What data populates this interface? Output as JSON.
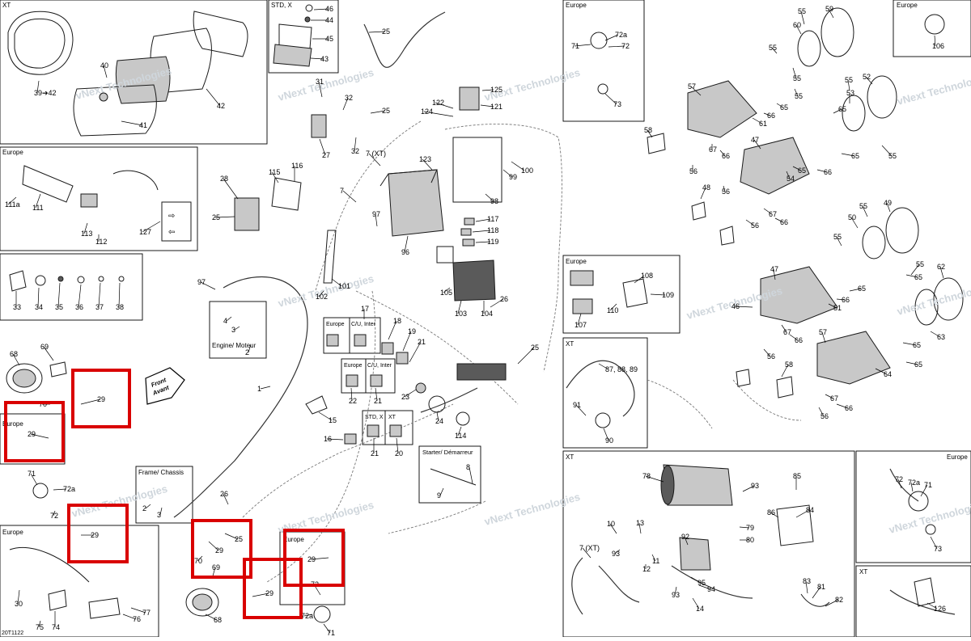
{
  "watermark": "vNext Technologies",
  "drawing_code": "20T1122",
  "arrow_text": [
    "Front",
    "Avant"
  ],
  "inset_titles": {
    "xt_top_left": "XT",
    "std_x": "STD, X",
    "europe_top": "Europe",
    "europe_top_right": "Europe",
    "europe_left": "Europe",
    "europe_mid": "Europe",
    "xt_mid": "XT",
    "xt_bottom": "XT",
    "xt_bottom_right": "XT",
    "europe_bottom_right": "Europe",
    "europe_bottom_left": "Europe",
    "europe_small_left": "Europe",
    "europe_bottom_mid": "Europe",
    "engine": "Engine/ Moteur",
    "frame": "Frame/ Chassis",
    "starter": "Starter/ Démarreur",
    "europe_switch_a": "Europe",
    "cu_inter_a": "C/U, Inter",
    "europe_switch_b": "Europe",
    "cu_inter_b": "C/U, Inter",
    "std_x_switch": "STD, X",
    "xt_switch": "XT"
  },
  "callouts": {
    "c1": "39➔42",
    "c2": "40",
    "c3": "41",
    "c4": "42",
    "c5": "46",
    "c6": "44",
    "c7": "45",
    "c8": "43",
    "c9": "25",
    "c10": "71",
    "c11": "72a",
    "c12": "72",
    "c13": "73",
    "c14": "106",
    "c15": "55",
    "c16": "59",
    "c17": "60",
    "c18": "55",
    "c19": "55",
    "c20": "55",
    "c21": "55",
    "c22": "52",
    "c23": "53",
    "c24": "65",
    "c25": "55",
    "c26": "65",
    "c27": "57",
    "c28": "61",
    "c29": "66",
    "c30": "58",
    "c31": "67",
    "c32": "66",
    "c33": "56",
    "c34": "47",
    "c35": "65",
    "c36": "66",
    "c37": "65",
    "c38": "54",
    "c39": "48",
    "c40": "67",
    "c41": "66",
    "c42": "56",
    "c43": "56",
    "c44": "49",
    "c45": "55",
    "c46": "50",
    "c47": "55",
    "c48": "55",
    "c49": "62",
    "c50": "47",
    "c51": "65",
    "c52": "51",
    "c53": "66",
    "c54": "65",
    "c55": "46",
    "c56": "67",
    "c57": "66",
    "c58": "56",
    "c59": "57",
    "c60": "65",
    "c61": "63",
    "c62": "58",
    "c63": "64",
    "c64": "65",
    "c65": "56",
    "c66": "66",
    "c67": "67",
    "c68": "111a",
    "c69": "111",
    "c70": "113",
    "c71": "112",
    "c72": "127",
    "c73": "31",
    "c74": "32",
    "c75": "25",
    "c76": "27",
    "c77": "32",
    "c78": "122",
    "c79": "124",
    "c80": "125",
    "c81": "121",
    "c82": "7 (XT)",
    "c83": "123",
    "c84": "99",
    "c85": "100",
    "c86": "98",
    "c87": "28",
    "c88": "115",
    "c89": "116",
    "c90": "25",
    "c91": "7",
    "c92": "97",
    "c93": "96",
    "c94": "117",
    "c95": "118",
    "c96": "119",
    "c97": "33",
    "c98": "34",
    "c99": "35",
    "c100": "36",
    "c101": "37",
    "c102": "38",
    "c103": "97",
    "c104": "101",
    "c105": "102",
    "c106": "105",
    "c107": "103",
    "c108": "104",
    "c109": "26",
    "c110": "4",
    "c111": "3",
    "c112": "2",
    "c113": "1",
    "c114": "17",
    "c115": "18",
    "c116": "19",
    "c117": "21",
    "c118": "22",
    "c119": "21",
    "c120": "25",
    "c121": "23",
    "c122": "24",
    "c123": "114",
    "c124": "15",
    "c125": "16",
    "c126": "21",
    "c127": "20",
    "c128": "108",
    "c129": "109",
    "c130": "110",
    "c131": "107",
    "c132": "87, 88, 89",
    "c133": "91",
    "c134": "90",
    "c135": "8",
    "c136": "9",
    "c137": "69",
    "c138": "68",
    "c139": "29",
    "c140": "70",
    "c141": "29",
    "c142": "71",
    "c143": "72a",
    "c144": "72",
    "c145": "29",
    "c146": "30",
    "c147": "75",
    "c148": "74",
    "c149": "76",
    "c150": "77",
    "c151": "2",
    "c152": "3",
    "c153": "26",
    "c154": "25",
    "c155": "29",
    "c156": "70",
    "c157": "69",
    "c158": "68",
    "c159": "29",
    "c160": "29",
    "c161": "72",
    "c162": "72a",
    "c163": "71",
    "c164": "78",
    "c165": "93",
    "c166": "85",
    "c167": "84",
    "c168": "86",
    "c169": "79",
    "c170": "80",
    "c171": "10",
    "c172": "13",
    "c173": "92",
    "c174": "93",
    "c175": "11",
    "c176": "12",
    "c177": "7 (XT)",
    "c178": "93",
    "c179": "95",
    "c180": "94",
    "c181": "14",
    "c182": "83",
    "c183": "81",
    "c184": "82",
    "c185": "72",
    "c186": "72a",
    "c187": "71",
    "c188": "73",
    "c189": "126"
  }
}
